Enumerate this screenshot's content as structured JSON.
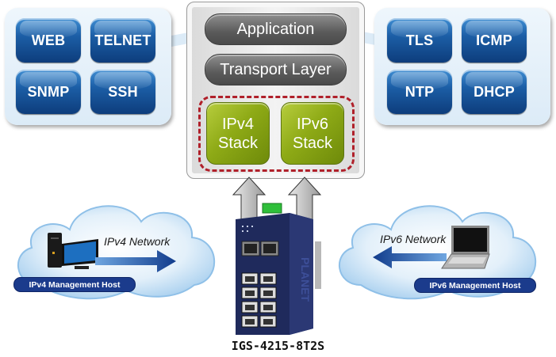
{
  "left_services": {
    "items": [
      {
        "label": "WEB"
      },
      {
        "label": "TELNET"
      },
      {
        "label": "SNMP"
      },
      {
        "label": "SSH"
      }
    ]
  },
  "right_services": {
    "items": [
      {
        "label": "TLS"
      },
      {
        "label": "ICMP"
      },
      {
        "label": "NTP"
      },
      {
        "label": "DHCP"
      }
    ]
  },
  "protocol_stack": {
    "application": "Application",
    "transport": "Transport Layer",
    "ipv4_stack": {
      "line1": "IPv4",
      "line2": "Stack"
    },
    "ipv6_stack": {
      "line1": "IPv6",
      "line2": "Stack"
    }
  },
  "ipv4_cloud": {
    "network_label": "IPv4 Network",
    "host_label": "IPv4 Management Host"
  },
  "ipv6_cloud": {
    "network_label": "IPv6 Network",
    "host_label": "IPv6 Management Host"
  },
  "device": {
    "brand": "PLANET",
    "model": "IGS-4215-8T2S"
  },
  "colors": {
    "service_blue": "#1c5ea6",
    "layer_gray": "#5a5a5a",
    "stack_green": "#8eaa16",
    "dashed_red": "#b0202a",
    "badge_navy": "#1b3b8c",
    "device_navy": "#1f2a5c"
  }
}
